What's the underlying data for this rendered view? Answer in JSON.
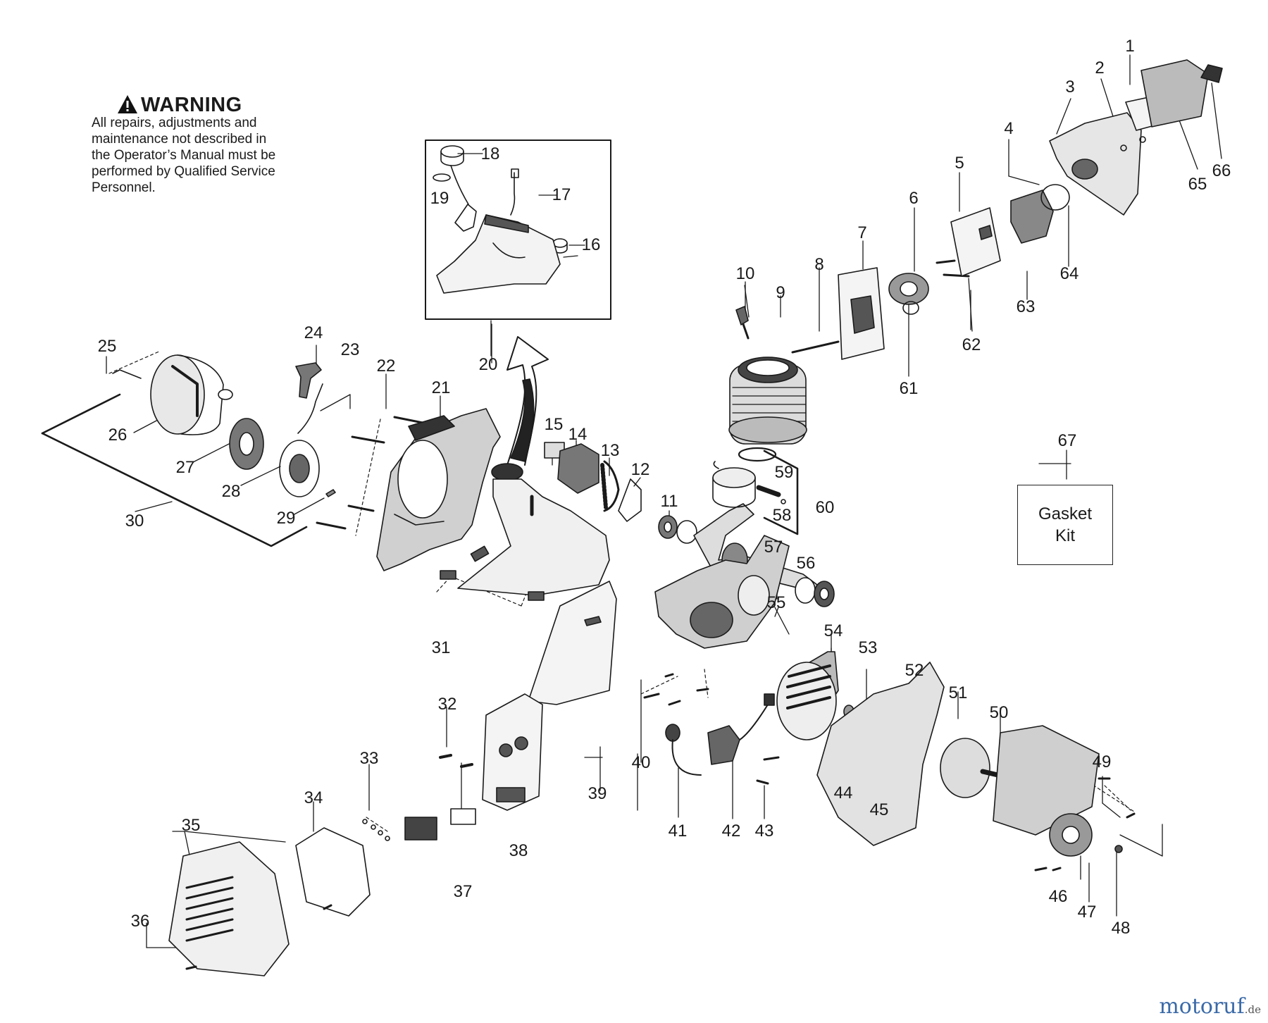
{
  "warning": {
    "title": "WARNING",
    "lines": [
      "All repairs, adjustments and",
      "maintenance not described in",
      "the Operator’s Manual must be",
      "performed by Qualified Service",
      "Personnel."
    ]
  },
  "kit_box": {
    "line1": "Gasket",
    "line2": "Kit"
  },
  "watermark": {
    "main": "motoruf",
    "suffix": ".de"
  },
  "callouts": {
    "p1": "1",
    "p2": "2",
    "p3": "3",
    "p4": "4",
    "p5": "5",
    "p6": "6",
    "p7": "7",
    "p8": "8",
    "p9": "9",
    "p10": "10",
    "p11": "11",
    "p12": "12",
    "p13": "13",
    "p14": "14",
    "p15": "15",
    "p16": "16",
    "p17": "17",
    "p18": "18",
    "p19": "19",
    "p20": "20",
    "p21": "21",
    "p22": "22",
    "p23": "23",
    "p24": "24",
    "p25": "25",
    "p26": "26",
    "p27": "27",
    "p28": "28",
    "p29": "29",
    "p30": "30",
    "p31": "31",
    "p32": "32",
    "p33": "33",
    "p34": "34",
    "p35": "35",
    "p36": "36",
    "p37": "37",
    "p38": "38",
    "p39": "39",
    "p40": "40",
    "p41": "41",
    "p42": "42",
    "p43": "43",
    "p44": "44",
    "p45": "45",
    "p46": "46",
    "p47": "47",
    "p48": "48",
    "p49": "49",
    "p50": "50",
    "p51": "51",
    "p52": "52",
    "p53": "53",
    "p54": "54",
    "p55": "55",
    "p56": "56",
    "p57": "57",
    "p58": "58",
    "p59": "59",
    "p60": "60",
    "p61": "61",
    "p62": "62",
    "p63": "63",
    "p64": "64",
    "p65": "65",
    "p66": "66",
    "p67": "67"
  }
}
